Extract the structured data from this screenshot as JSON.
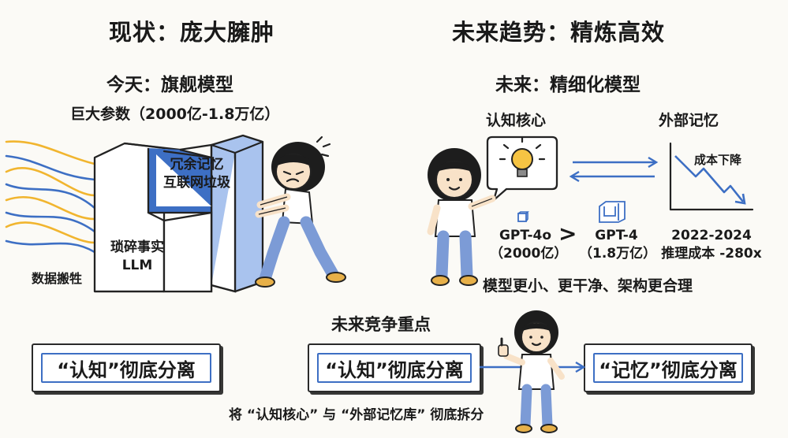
{
  "left": {
    "title": "现状：庞大臃肿",
    "subtitle": "今天：旗舰模型",
    "params": "巨大参数（2000亿-1.8万亿）",
    "block_label_top_1": "冗余记忆",
    "block_label_top_2": "互联网垃圾",
    "block_label_bottom_1": "琐碎事实",
    "block_label_bottom_2": "LLM",
    "data_label": "数据",
    "data_label_2": "搬",
    "data_label_3": "牲"
  },
  "right": {
    "title": "未来趋势：精炼高效",
    "subtitle": "未来：精细化模型",
    "cognitive_core": "认知核心",
    "external_memory": "外部记忆",
    "cost_down": "成本下降",
    "model_small": "GPT-4o",
    "model_small_size": "（2000亿）",
    "compare": ">",
    "model_large": "GPT-4",
    "model_large_size": "（1.8万亿）",
    "years": "2022-2024",
    "cost_reduction": "推理成本 -280x",
    "summary": "模型更小、更干净、架构更合理"
  },
  "bottom": {
    "heading": "未来竞争重点",
    "box_left": "“认知”彻底分离",
    "box_middle": "“认知”彻底分离",
    "box_right": "“记忆”彻底分离",
    "caption": "将 “认知核心” 与 “外部记忆库” 彻底拆分"
  },
  "colors": {
    "accent_blue": "#3d6fc4",
    "light_blue": "#a9c3ee",
    "accent_yellow": "#f1b52f",
    "ink": "#222222"
  },
  "icons": [
    "lightbulb-icon",
    "thought-bubble-icon",
    "thumbs-up-icon",
    "cost-chart-icon"
  ]
}
